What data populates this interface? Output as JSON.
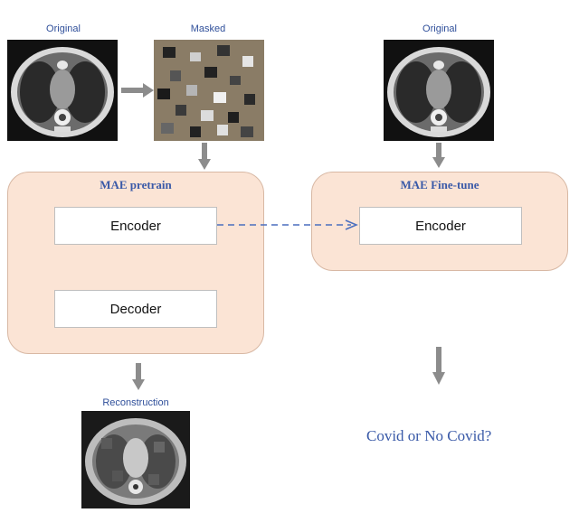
{
  "pretrain": {
    "original_label": "Original",
    "masked_label": "Masked",
    "panel_title": "MAE pretrain",
    "encoder_label": "Encoder",
    "decoder_label": "Decoder",
    "reconstruction_label": "Reconstruction"
  },
  "finetune": {
    "original_label": "Original",
    "panel_title": "MAE Fine-tune",
    "encoder_label": "Encoder",
    "question": "Covid or No Covid?"
  },
  "colors": {
    "panel_fill": "#fbe4d5",
    "accent_text": "#3a5aa8",
    "arrow_gray": "#8c8c8c",
    "dashed_arrow": "#4a6fbf"
  },
  "icons": {
    "ct_scan": "ct-scan-icon",
    "masked_ct_scan": "masked-ct-scan-icon",
    "reconstructed_ct_scan": "reconstructed-ct-scan-icon"
  }
}
